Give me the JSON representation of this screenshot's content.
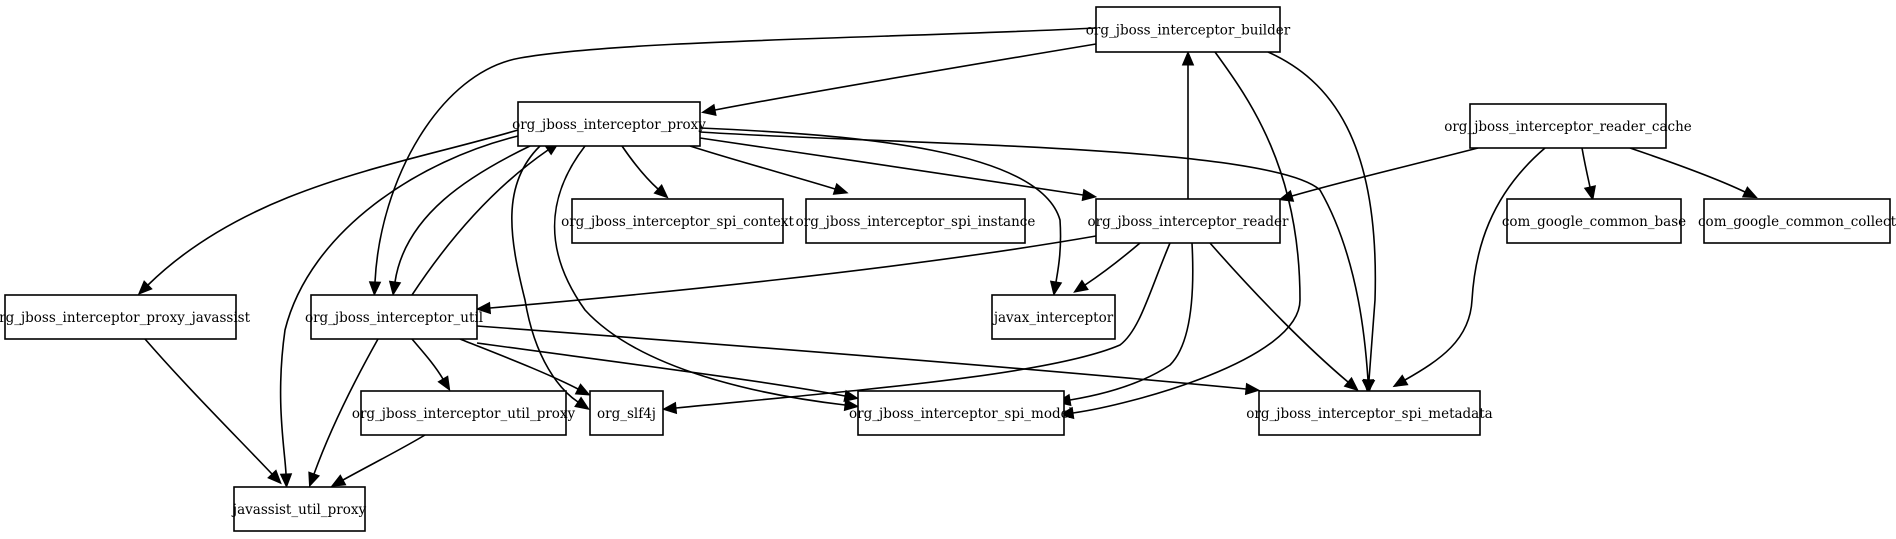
{
  "nodes": [
    {
      "id": "builder",
      "label": "org_jboss_interceptor_builder"
    },
    {
      "id": "proxy",
      "label": "org_jboss_interceptor_proxy"
    },
    {
      "id": "reader_cache",
      "label": "org_jboss_interceptor_reader_cache"
    },
    {
      "id": "spi_context",
      "label": "org_jboss_interceptor_spi_context"
    },
    {
      "id": "spi_instance",
      "label": "org_jboss_interceptor_spi_instance"
    },
    {
      "id": "reader",
      "label": "org_jboss_interceptor_reader"
    },
    {
      "id": "common_base",
      "label": "com_google_common_base"
    },
    {
      "id": "common_collect",
      "label": "com_google_common_collect"
    },
    {
      "id": "proxy_javassist",
      "label": "org_jboss_interceptor_proxy_javassist"
    },
    {
      "id": "util",
      "label": "org_jboss_interceptor_util"
    },
    {
      "id": "javax_interceptor",
      "label": "javax_interceptor"
    },
    {
      "id": "util_proxy",
      "label": "org_jboss_interceptor_util_proxy"
    },
    {
      "id": "slf4j",
      "label": "org_slf4j"
    },
    {
      "id": "spi_model",
      "label": "org_jboss_interceptor_spi_model"
    },
    {
      "id": "spi_metadata",
      "label": "org_jboss_interceptor_spi_metadata"
    },
    {
      "id": "javassist_util_proxy",
      "label": "javassist_util_proxy"
    }
  ],
  "edges": [
    {
      "from": "builder",
      "to": "proxy"
    },
    {
      "from": "builder",
      "to": "util"
    },
    {
      "from": "builder",
      "to": "spi_model"
    },
    {
      "from": "builder",
      "to": "spi_metadata"
    },
    {
      "from": "proxy",
      "to": "proxy_javassist"
    },
    {
      "from": "proxy",
      "to": "spi_context"
    },
    {
      "from": "proxy",
      "to": "spi_instance"
    },
    {
      "from": "proxy",
      "to": "reader"
    },
    {
      "from": "proxy",
      "to": "javax_interceptor"
    },
    {
      "from": "proxy",
      "to": "spi_metadata"
    },
    {
      "from": "proxy",
      "to": "util"
    },
    {
      "from": "proxy",
      "to": "slf4j"
    },
    {
      "from": "proxy",
      "to": "spi_model"
    },
    {
      "from": "proxy",
      "to": "javassist_util_proxy"
    },
    {
      "from": "reader_cache",
      "to": "reader"
    },
    {
      "from": "reader_cache",
      "to": "common_base"
    },
    {
      "from": "reader_cache",
      "to": "common_collect"
    },
    {
      "from": "reader_cache",
      "to": "spi_metadata"
    },
    {
      "from": "reader",
      "to": "builder"
    },
    {
      "from": "reader",
      "to": "util"
    },
    {
      "from": "reader",
      "to": "javax_interceptor"
    },
    {
      "from": "reader",
      "to": "slf4j"
    },
    {
      "from": "reader",
      "to": "spi_model"
    },
    {
      "from": "reader",
      "to": "spi_metadata"
    },
    {
      "from": "util",
      "to": "proxy"
    },
    {
      "from": "util",
      "to": "util_proxy"
    },
    {
      "from": "util",
      "to": "slf4j"
    },
    {
      "from": "util",
      "to": "spi_model"
    },
    {
      "from": "util",
      "to": "spi_metadata"
    },
    {
      "from": "util",
      "to": "javassist_util_proxy"
    },
    {
      "from": "util_proxy",
      "to": "javassist_util_proxy"
    },
    {
      "from": "proxy_javassist",
      "to": "javassist_util_proxy"
    }
  ]
}
